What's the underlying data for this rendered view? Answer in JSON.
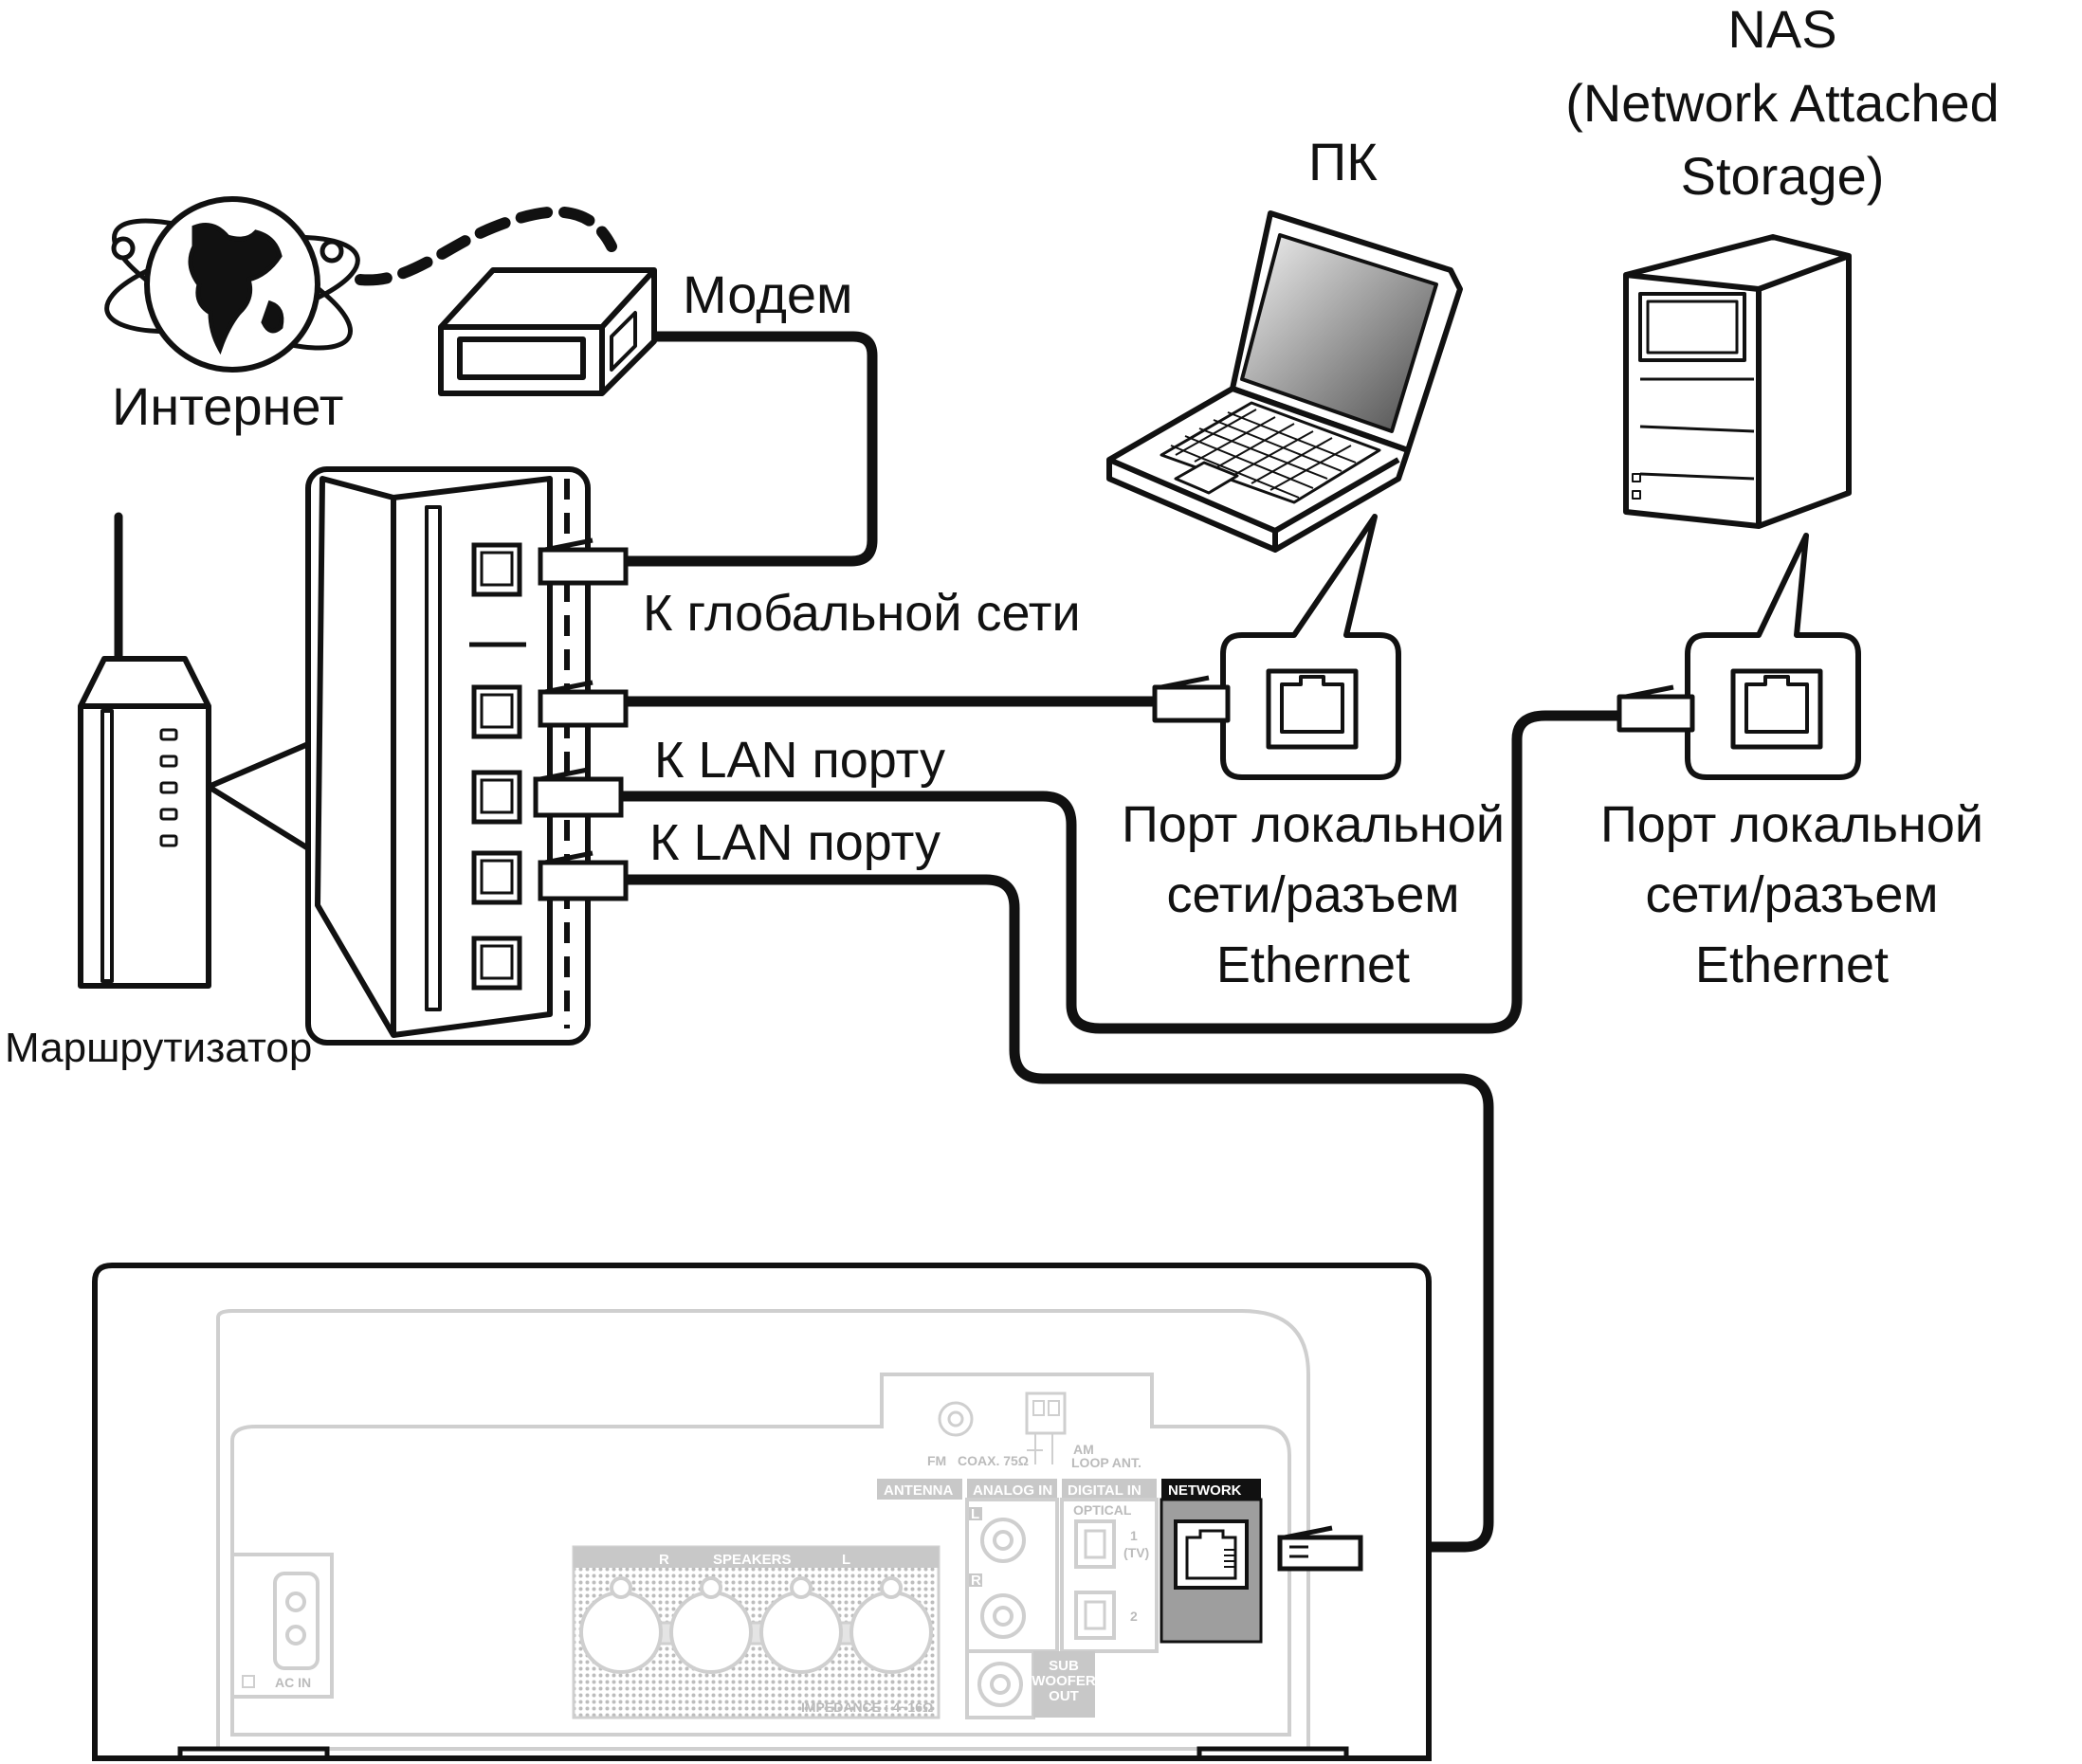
{
  "labels": {
    "internet": "Интернет",
    "modem": "Модем",
    "router": "Маршрутизатор",
    "to_wan": "К глобальной сети",
    "to_lan_1": "К LAN порту",
    "to_lan_2": "К LAN порту",
    "pc": "ПК",
    "nas_line1": "NAS",
    "nas_line2": "(Network Attached",
    "nas_line3": "Storage)",
    "pc_port_line1": "Порт локальной",
    "pc_port_line2": "сети/разъем",
    "pc_port_line3": "Ethernet",
    "nas_port_line1": "Порт локальной",
    "nas_port_line2": "сети/разъем",
    "nas_port_line3": "Ethernet"
  },
  "device_panel": {
    "fm": "FM",
    "coax": "COAX. 75Ω",
    "am": "AM",
    "am_sub": "LOOP ANT.",
    "antenna": "ANTENNA",
    "analog_in": "ANALOG IN",
    "digital_in": "DIGITAL IN",
    "network": "NETWORK",
    "optical": "OPTICAL",
    "opt1": "1",
    "opt1_sub": "(TV)",
    "opt2": "2",
    "speakers": "SPEAKERS",
    "spk_r": "R",
    "spk_l": "L",
    "impedance": "IMPEDANCE : 4~16Ω",
    "analog_l": "L",
    "analog_r": "R",
    "subwoofer_1": "SUB",
    "subwoofer_2": "WOOFER",
    "subwoofer_3": "OUT",
    "ac_in": "AC IN"
  }
}
